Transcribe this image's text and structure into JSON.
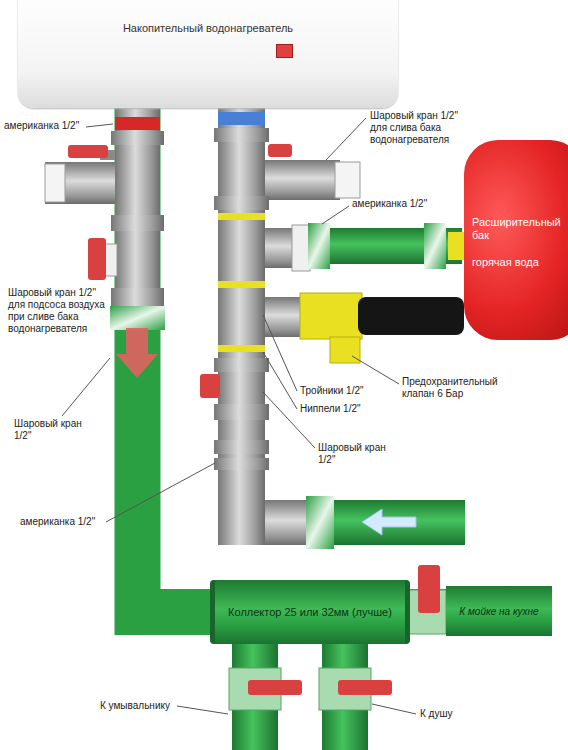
{
  "diagram": {
    "nodes": [
      {
        "text": [
          "Накопительный водонагреватель"
        ]
      },
      {
        "text": [
          "Расширительный бак",
          "горячая вода"
        ]
      },
      {
        "text": [
          "Коллектор 25 или 32мм (лучше)"
        ]
      },
      {
        "text": [
          "К мойке на кухне"
        ]
      }
    ],
    "edges": [
      {
        "from": 0,
        "to": 2,
        "arrow": "none"
      },
      {
        "from": 2,
        "to": 3,
        "arrow": "none"
      }
    ],
    "labels": [
      "американка 1/2\"",
      "Шаровый кран 1/2\" для слива бака водонагревателя",
      "американка 1/2\"",
      "Шаровый кран 1/2\" для подсоса воздуха при сливе бака водонагревателя",
      "Предохранительный клапан 6 Бар",
      "Тройники 1/2\"",
      "Ниппели 1/2\"",
      "Шаровый кран 1/2\"",
      "Шаровый кран 1/2\"",
      "американка 1/2\"",
      "К умывальнику",
      "К душу"
    ]
  }
}
